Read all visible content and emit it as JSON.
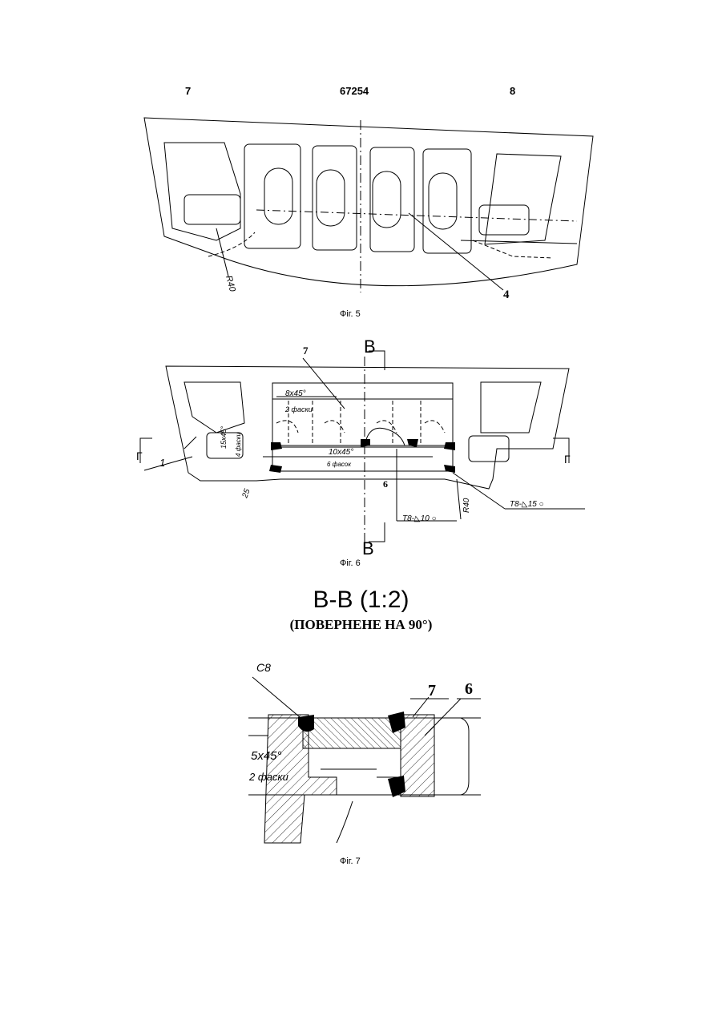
{
  "header": {
    "left_page": "7",
    "patent_no": "67254",
    "right_page": "8"
  },
  "fig5": {
    "caption": "Фіг. 5",
    "labels": {
      "r40": "R40",
      "n4": "4"
    }
  },
  "fig6": {
    "caption": "Фіг. 6",
    "labels": {
      "n7": "7",
      "B_top": "B",
      "B_bottom": "B",
      "chamfer_8": "8x45°",
      "fascy_2": "2 фаски",
      "chamfer_15": "15x45°",
      "fascy_4": "4 фаски",
      "chamfer_10": "10x45°",
      "fascy_6": "6 фасок",
      "n1": "1",
      "g_left": "Г",
      "g_right": "Г",
      "n6": "6",
      "n25": "25",
      "weld_left": "Т8-◺10 ○",
      "r40": "R40",
      "weld_right": "Т8-◺15 ○"
    }
  },
  "section": {
    "title": "В-В (1:2)",
    "subtitle": "(ПОВЕРНЕНЕ НА 90°)"
  },
  "fig7": {
    "caption": "Фіг. 7",
    "labels": {
      "c8": "C8",
      "n7": "7",
      "n6": "6",
      "chamfer_5": "5x45°",
      "fascy_2": "2 фаски"
    }
  }
}
